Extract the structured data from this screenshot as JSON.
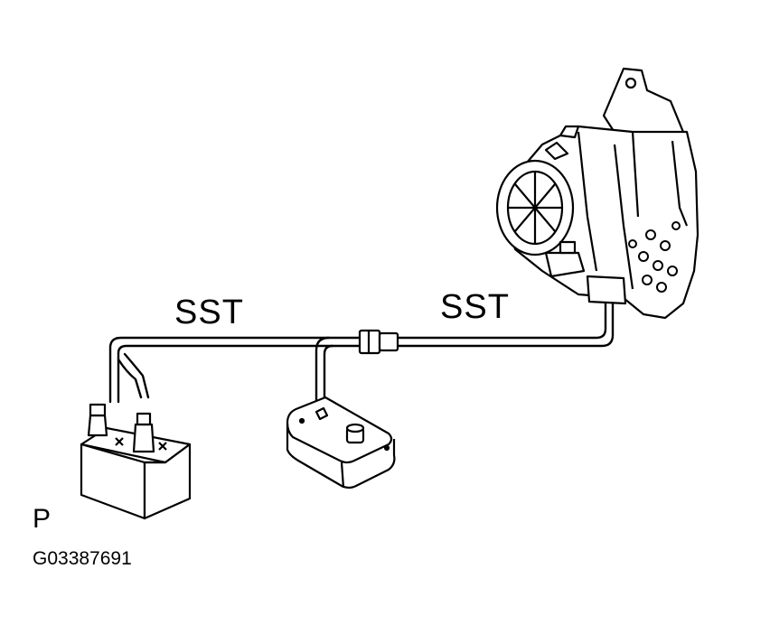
{
  "labels": {
    "sst_left": "SST",
    "sst_right": "SST",
    "view_letter": "P",
    "figure_code": "G03387691"
  },
  "colors": {
    "ink": "#000000",
    "paper": "#ffffff"
  },
  "icons": {
    "battery": "battery-icon",
    "switch_box": "switch-box-icon",
    "motor_assembly": "motor-assembly-icon",
    "connector": "connector-icon"
  }
}
